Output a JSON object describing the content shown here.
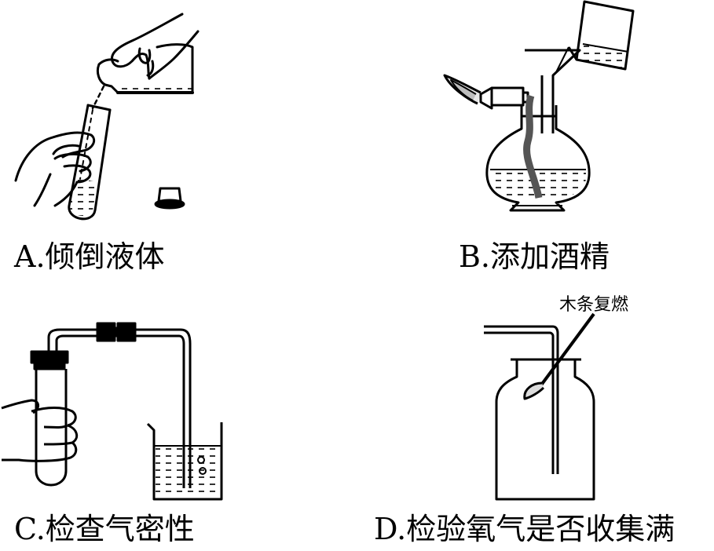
{
  "panels": {
    "a": {
      "caption": "A.倾倒液体"
    },
    "b": {
      "caption": "B.添加酒精"
    },
    "c": {
      "caption": "C.检查气密性"
    },
    "d": {
      "caption": "D.检验氧气是否收集满",
      "annotation": "木条复燃"
    }
  }
}
